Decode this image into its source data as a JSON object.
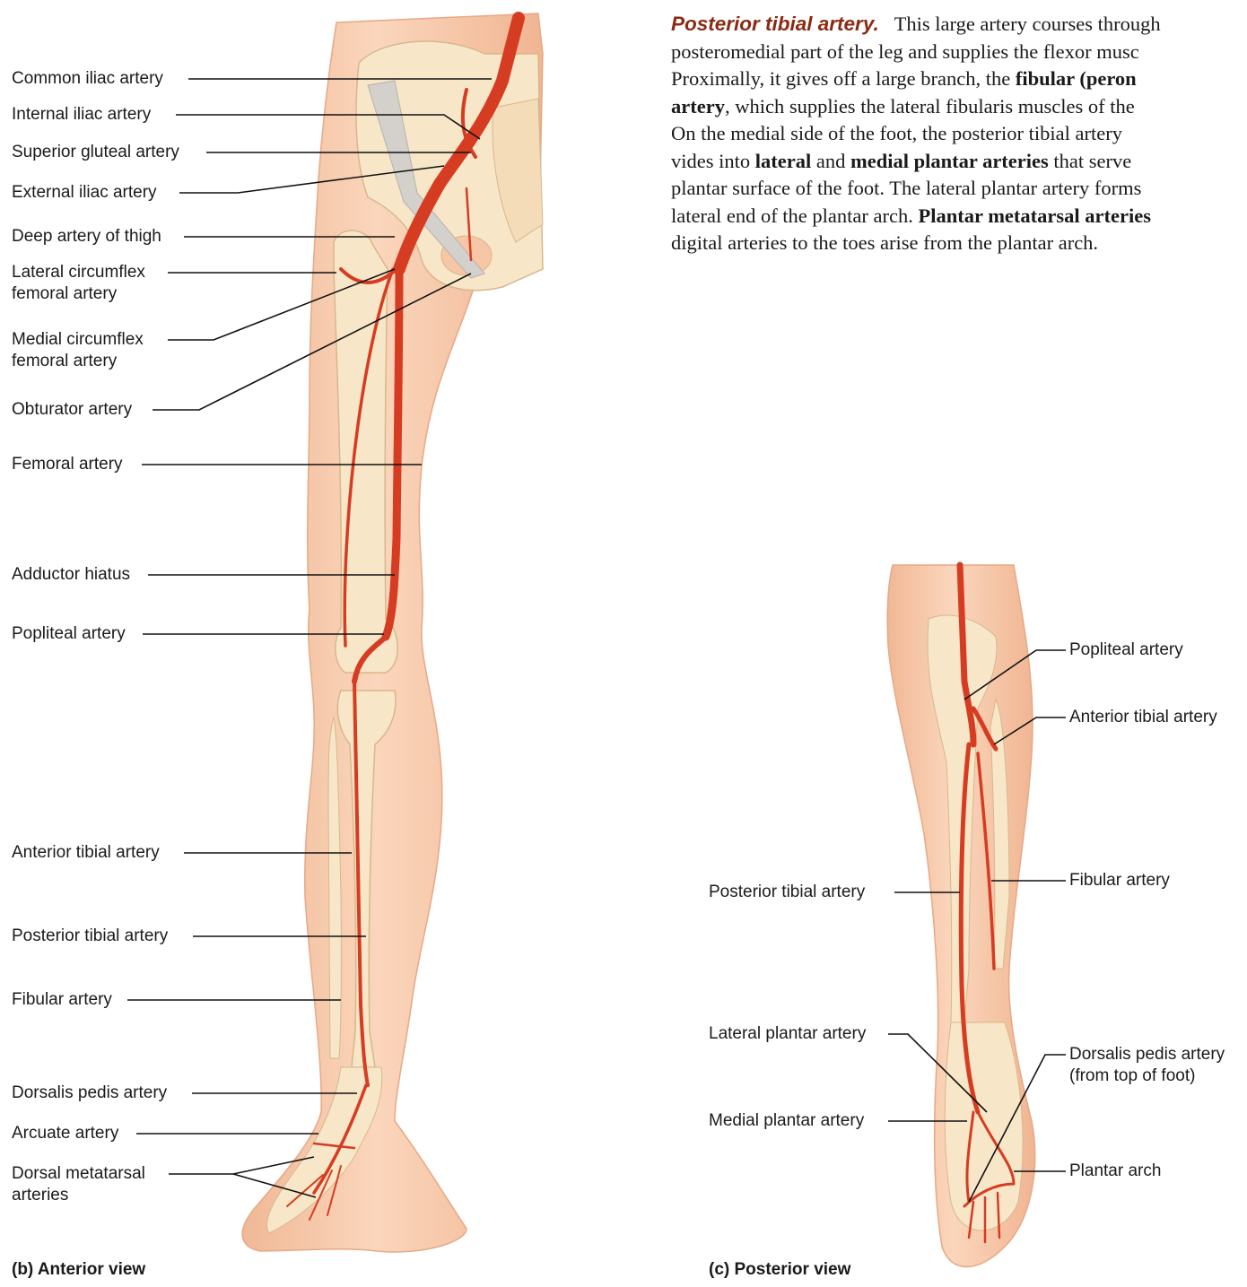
{
  "panel_b": {
    "caption": "(b) Anterior view",
    "labels": [
      "Common iliac artery",
      "Internal iliac artery",
      "Superior gluteal artery",
      "External iliac artery",
      "Deep artery of thigh",
      "Lateral circumflex\nfemoral artery",
      "Medial circumflex\nfemoral artery",
      "Obturator artery",
      "Femoral artery",
      "Adductor hiatus",
      "Popliteal artery",
      "Anterior tibial artery",
      "Posterior tibial artery",
      "Fibular artery",
      "Dorsalis pedis artery",
      "Arcuate artery",
      "Dorsal metatarsal\narteries"
    ]
  },
  "panel_c": {
    "caption": "(c) Posterior view",
    "labels_right": [
      "Popliteal artery",
      "Anterior tibial artery",
      "Fibular artery",
      "Dorsalis pedis artery\n(from top of foot)",
      "Plantar arch"
    ],
    "labels_left": [
      "Posterior tibial artery",
      "Lateral plantar artery",
      "Medial plantar artery"
    ]
  },
  "text": {
    "heading": "Posterior tibial artery.",
    "line1": "This large artery courses through",
    "line2": "posteromedial part of the leg and supplies the flexor musc",
    "line3a": "Proximally, it gives off a large branch, the ",
    "line3b": "fibular (peron",
    "line4a": "artery",
    "line4b": ", which supplies the lateral fibularis muscles of the",
    "line5": "On the medial side of the foot, the posterior tibial artery",
    "line6a": "vides into ",
    "line6b": "lateral",
    "line6c": " and ",
    "line6d": "medial plantar arteries",
    "line6e": " that serve",
    "line7": "plantar surface of the foot. The lateral plantar artery forms",
    "line8a": "lateral end of the plantar arch. ",
    "line8b": "Plantar metatarsal arteries",
    "line9": "digital arteries to the toes arise from the plantar arch."
  },
  "colors": {
    "skin": "#f6c6a6",
    "skin_edge": "#e7a886",
    "bone": "#f8e6c8",
    "bone_edge": "#d6b88c",
    "artery": "#d63c22",
    "leader": "#111111"
  }
}
